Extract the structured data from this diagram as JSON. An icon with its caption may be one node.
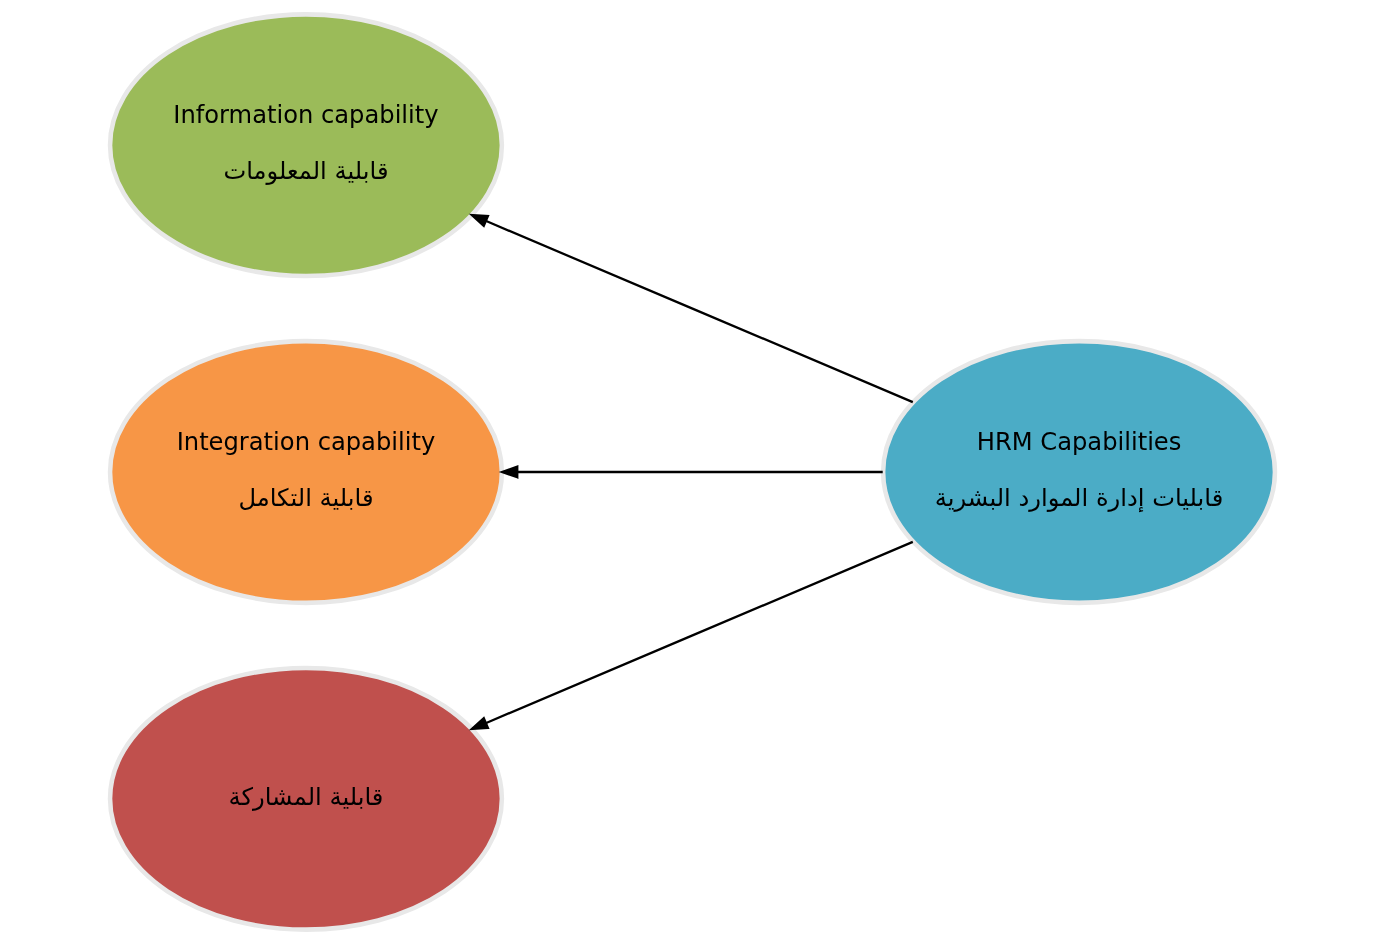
{
  "diagram": {
    "nodes": [
      {
        "text": [
          "Information capability",
          "قابلية المعلومات"
        ]
      },
      {
        "text": [
          "Integration capability",
          "قابلية التكامل"
        ]
      },
      {
        "text": [
          "قابلية المشاركة"
        ]
      },
      {
        "text": [
          "HRM Capabilities",
          "قابليات إدارة الموارد البشرية"
        ]
      }
    ],
    "edges": [
      {
        "from": 3,
        "to": 0,
        "arrow": "to"
      },
      {
        "from": 3,
        "to": 1,
        "arrow": "to"
      },
      {
        "from": 3,
        "to": 2,
        "arrow": "to"
      }
    ]
  }
}
